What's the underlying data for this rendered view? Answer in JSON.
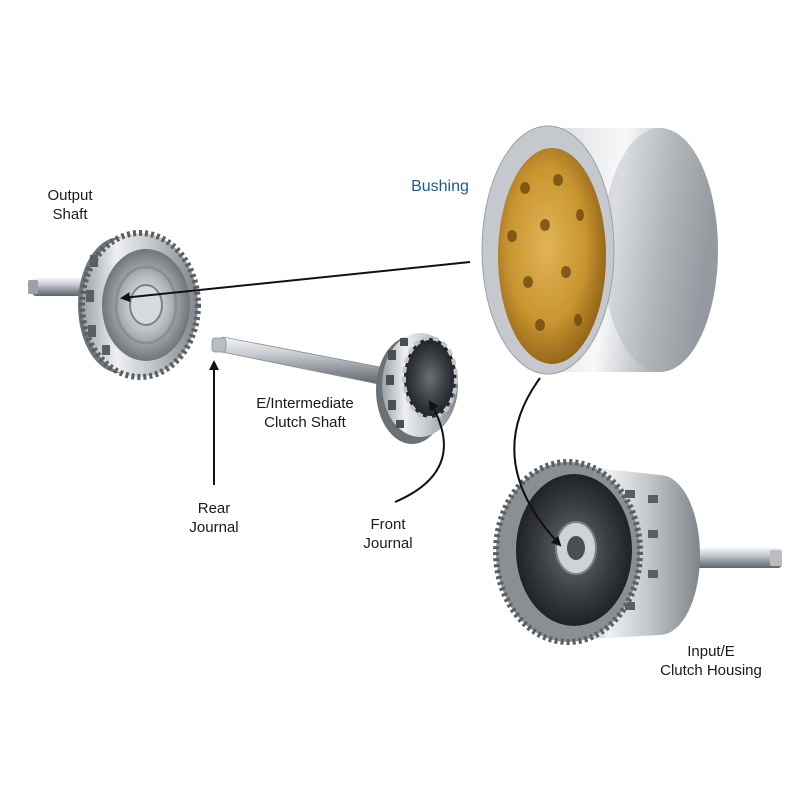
{
  "labels": {
    "output_shaft": [
      "Output",
      "Shaft"
    ],
    "bushing": "Bushing",
    "intermediate_shaft": [
      "E/Intermediate",
      "Clutch Shaft"
    ],
    "rear_journal": [
      "Rear",
      "Journal"
    ],
    "front_journal": [
      "Front",
      "Journal"
    ],
    "input_housing": [
      "Input/E",
      "Clutch Housing"
    ]
  },
  "colors": {
    "background": "#ffffff",
    "label_text": "#1a1a1a",
    "bushing_label": "#1f5a96",
    "arrow": "#111111",
    "steel_light": "#e4e6e8",
    "steel_dark": "#7d8287",
    "bronze": "#c8952f"
  }
}
